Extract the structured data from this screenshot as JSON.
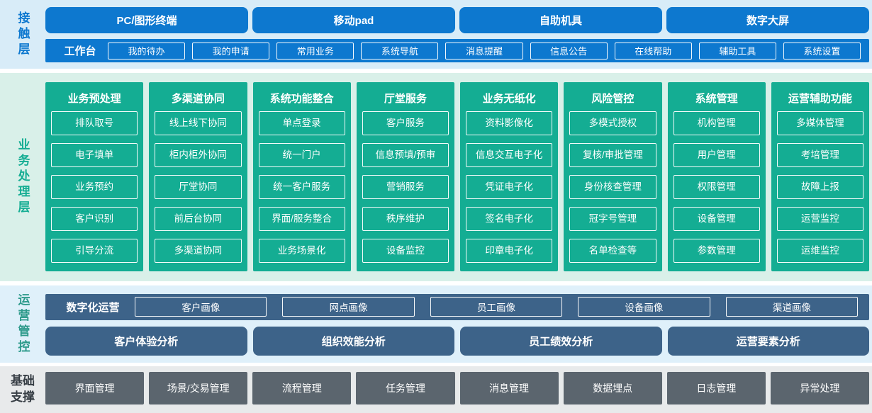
{
  "colors": {
    "blue": "#0d78cf",
    "blue-bg": "#d8ecf8",
    "green": "#14ad93",
    "green-bg": "#d9f0e9",
    "steel": "#3d6389",
    "steel-bg": "#dff0fa",
    "gray": "#5b656e",
    "gray-bg": "#e8eaeb",
    "teal-label": "#2d9a8b",
    "dark-label": "#363d44"
  },
  "contact_layer": {
    "label": "接触层",
    "devices": [
      "PC/图形终端",
      "移动pad",
      "自助机具",
      "数字大屏"
    ],
    "workbench": {
      "label": "工作台",
      "items": [
        "我的待办",
        "我的申请",
        "常用业务",
        "系统导航",
        "消息提醒",
        "信息公告",
        "在线帮助",
        "辅助工具",
        "系统设置"
      ]
    }
  },
  "business_layer": {
    "label": "业务处理层",
    "columns": [
      {
        "title": "业务预处理",
        "items": [
          "排队取号",
          "电子填单",
          "业务预约",
          "客户识别",
          "引导分流"
        ]
      },
      {
        "title": "多渠道协同",
        "items": [
          "线上线下协同",
          "柜内柜外协同",
          "厅堂协同",
          "前后台协同",
          "多渠道协同"
        ]
      },
      {
        "title": "系统功能整合",
        "items": [
          "单点登录",
          "统一门户",
          "统一客户服务",
          "界面/服务整合",
          "业务场景化"
        ]
      },
      {
        "title": "厅堂服务",
        "items": [
          "客户服务",
          "信息预填/预审",
          "营销服务",
          "秩序维护",
          "设备监控"
        ]
      },
      {
        "title": "业务无纸化",
        "items": [
          "资料影像化",
          "信息交互电子化",
          "凭证电子化",
          "签名电子化",
          "印章电子化"
        ]
      },
      {
        "title": "风险管控",
        "items": [
          "多模式授权",
          "复核/审批管理",
          "身份核查管理",
          "冠字号管理",
          "名单检查等"
        ]
      },
      {
        "title": "系统管理",
        "items": [
          "机构管理",
          "用户管理",
          "权限管理",
          "设备管理",
          "参数管理"
        ]
      },
      {
        "title": "运营辅助功能",
        "items": [
          "多媒体管理",
          "考培管理",
          "故障上报",
          "运营监控",
          "运维监控"
        ]
      }
    ]
  },
  "operations_layer": {
    "label": "运营管控",
    "digital_ops": {
      "label": "数字化运营",
      "items": [
        "客户画像",
        "网点画像",
        "员工画像",
        "设备画像",
        "渠道画像"
      ]
    },
    "analysis": [
      "客户体验分析",
      "组织效能分析",
      "员工绩效分析",
      "运营要素分析"
    ]
  },
  "foundation_layer": {
    "label": "基础支撑",
    "items": [
      "界面管理",
      "场景/交易管理",
      "流程管理",
      "任务管理",
      "消息管理",
      "数据埋点",
      "日志管理",
      "异常处理"
    ]
  }
}
